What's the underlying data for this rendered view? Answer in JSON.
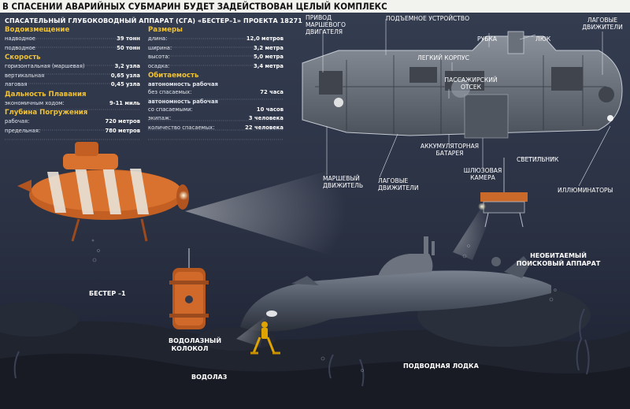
{
  "headline": "В СПАСЕНИИ АВАРИЙНЫХ СУБМАРИН БУДЕТ ЗАДЕЙСТВОВАН ЦЕЛЫЙ КОМПЛЕКС",
  "specs": {
    "title": "СПАСАТЕЛЬНЫЙ ГЛУБОКОВОДНЫЙ АППАРАТ (СГА) «БЕСТЕР–1» ПРОЕКТА 18271",
    "left": [
      {
        "type": "h",
        "label": "Водоизмещение"
      },
      {
        "label": "надводное",
        "value": "39 тонн"
      },
      {
        "label": "подводное",
        "value": "50 тонн"
      },
      {
        "type": "h",
        "label": "Скорость"
      },
      {
        "label": "горизонтальная (маршевая)",
        "value": "3,2 узла"
      },
      {
        "label": "вертикальная",
        "value": "0,65 узла"
      },
      {
        "label": "лаговая",
        "value": "0,45 узла"
      },
      {
        "type": "h",
        "label": "Дальность Плавания"
      },
      {
        "label": "экономичным ходом:",
        "value": "9-11 миль"
      },
      {
        "type": "h",
        "label": "Глубина Погружения"
      },
      {
        "label": "рабочая:",
        "value": "720 метров"
      },
      {
        "label": "предельная:",
        "value": "780 метров"
      }
    ],
    "right": [
      {
        "type": "h",
        "label": "Размеры"
      },
      {
        "label": "длина:",
        "value": "12,0 метров"
      },
      {
        "label": "ширина:",
        "value": "3,2 метра"
      },
      {
        "label": "высота:",
        "value": "5,0 метра"
      },
      {
        "label": "осадка:",
        "value": "3,4 метра"
      },
      {
        "type": "h",
        "label": "Обитаемость"
      },
      {
        "type": "sub",
        "label": "автономность рабочая"
      },
      {
        "label": "без спасаемых:",
        "value": "72 часа"
      },
      {
        "type": "sub",
        "label": "автономность рабочая"
      },
      {
        "label": "со спасаемыми:",
        "value": "10 часов"
      },
      {
        "label": "экипаж:",
        "value": "3 человека"
      },
      {
        "label": "количество спасаемых:",
        "value": "22 человека"
      }
    ]
  },
  "cutaway_labels": {
    "privod_1": "ПРИВОД",
    "privod_2": "МАРШЕВОГО",
    "privod_3": "ДВИГАТЕЛЯ",
    "lift": "ПОДЪЕМНОЕ УСТРОЙСТВО",
    "rubka": "РУБКА",
    "luk": "ЛЮК",
    "lag_top_1": "ЛАГОВЫЕ",
    "lag_top_2": "ДВИЖИТЕЛИ",
    "light_hull": "ЛЕГКИЙ КОРПУС",
    "pass_1": "ПАССАЖИРСКИЙ",
    "pass_2": "ОТСЕК",
    "batt_1": "АККУМУЛЯТОРНАЯ",
    "batt_2": "БАТАРЕЯ",
    "lock_1": "ШЛЮЗОВАЯ",
    "lock_2": "КАМЕРА",
    "lamp": "СВЕТИЛЬНИК",
    "march_1": "МАРШЕВЫЙ",
    "march_2": "ДВИЖИТЕЛЬ",
    "lag_bot_1": "ЛАГОВЫЕ",
    "lag_bot_2": "ДВИЖИТЕЛИ",
    "portholes": "ИЛЛЮМИНАТОРЫ"
  },
  "scene_labels": {
    "bester": "БЕСТЕР –1",
    "bell_1": "ВОДОЛАЗНЫЙ",
    "bell_2": "КОЛОКОЛ",
    "diver": "ВОДОЛАЗ",
    "sub": "ПОДВОДНАЯ ЛОДКА",
    "rov_1": "НЕОБИТАЕМЫЙ",
    "rov_2": "ПОИСКОВЫЙ АППАРАТ"
  },
  "colors": {
    "background": "#2c3447",
    "accent": "#f1c232",
    "orange": "#d9722e",
    "hull": "#5a606a"
  }
}
